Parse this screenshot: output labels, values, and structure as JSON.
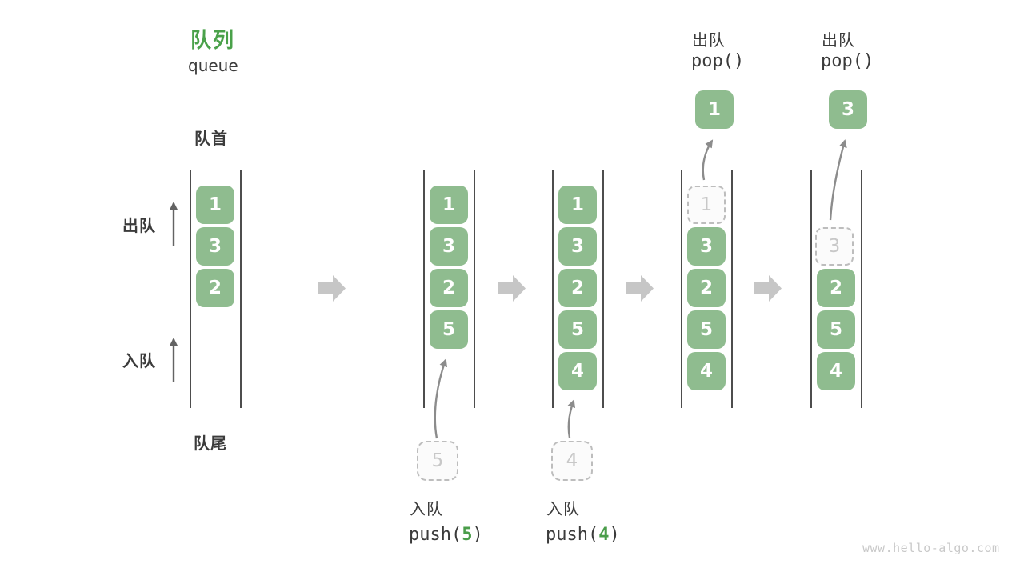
{
  "header": {
    "title_zh": "队列",
    "title_en": "queue"
  },
  "labels": {
    "front": "队首",
    "rear": "队尾",
    "dequeue_side": "出队",
    "enqueue_side": "入队"
  },
  "operations": {
    "push5": {
      "label": "入队",
      "code_fn": "push(",
      "code_arg": "5",
      "code_close": ")"
    },
    "push4": {
      "label": "入队",
      "code_fn": "push(",
      "code_arg": "4",
      "code_close": ")"
    },
    "pop1": {
      "label": "出队",
      "code": "pop()"
    },
    "pop2": {
      "label": "出队",
      "code": "pop()"
    }
  },
  "states": [
    {
      "cells": [
        "1",
        "3",
        "2"
      ]
    },
    {
      "cells": [
        "1",
        "3",
        "2",
        "5"
      ],
      "pending": "5"
    },
    {
      "cells": [
        "1",
        "3",
        "2",
        "5",
        "4"
      ],
      "pending": "4"
    },
    {
      "cells": [
        "3",
        "2",
        "5",
        "4"
      ],
      "ghost": "1",
      "popped": "1"
    },
    {
      "cells": [
        "2",
        "5",
        "4"
      ],
      "ghost": "3",
      "popped": "3"
    }
  ],
  "colors": {
    "cell_green": "#8fbc8f",
    "title_green": "#4aa14a",
    "code_arg_green": "#4a9d4a",
    "text_dark": "#3b3b3b",
    "queue_line": "#4d4d4d",
    "block_arrow": "#c6c6c6",
    "curve_arrow": "#8c8c8c",
    "side_arrow": "#636363",
    "dashed_border": "#bdbdbd",
    "dashed_text": "#c8c8c8",
    "watermark": "#c9c9c9"
  },
  "watermark": "www.hello-algo.com"
}
